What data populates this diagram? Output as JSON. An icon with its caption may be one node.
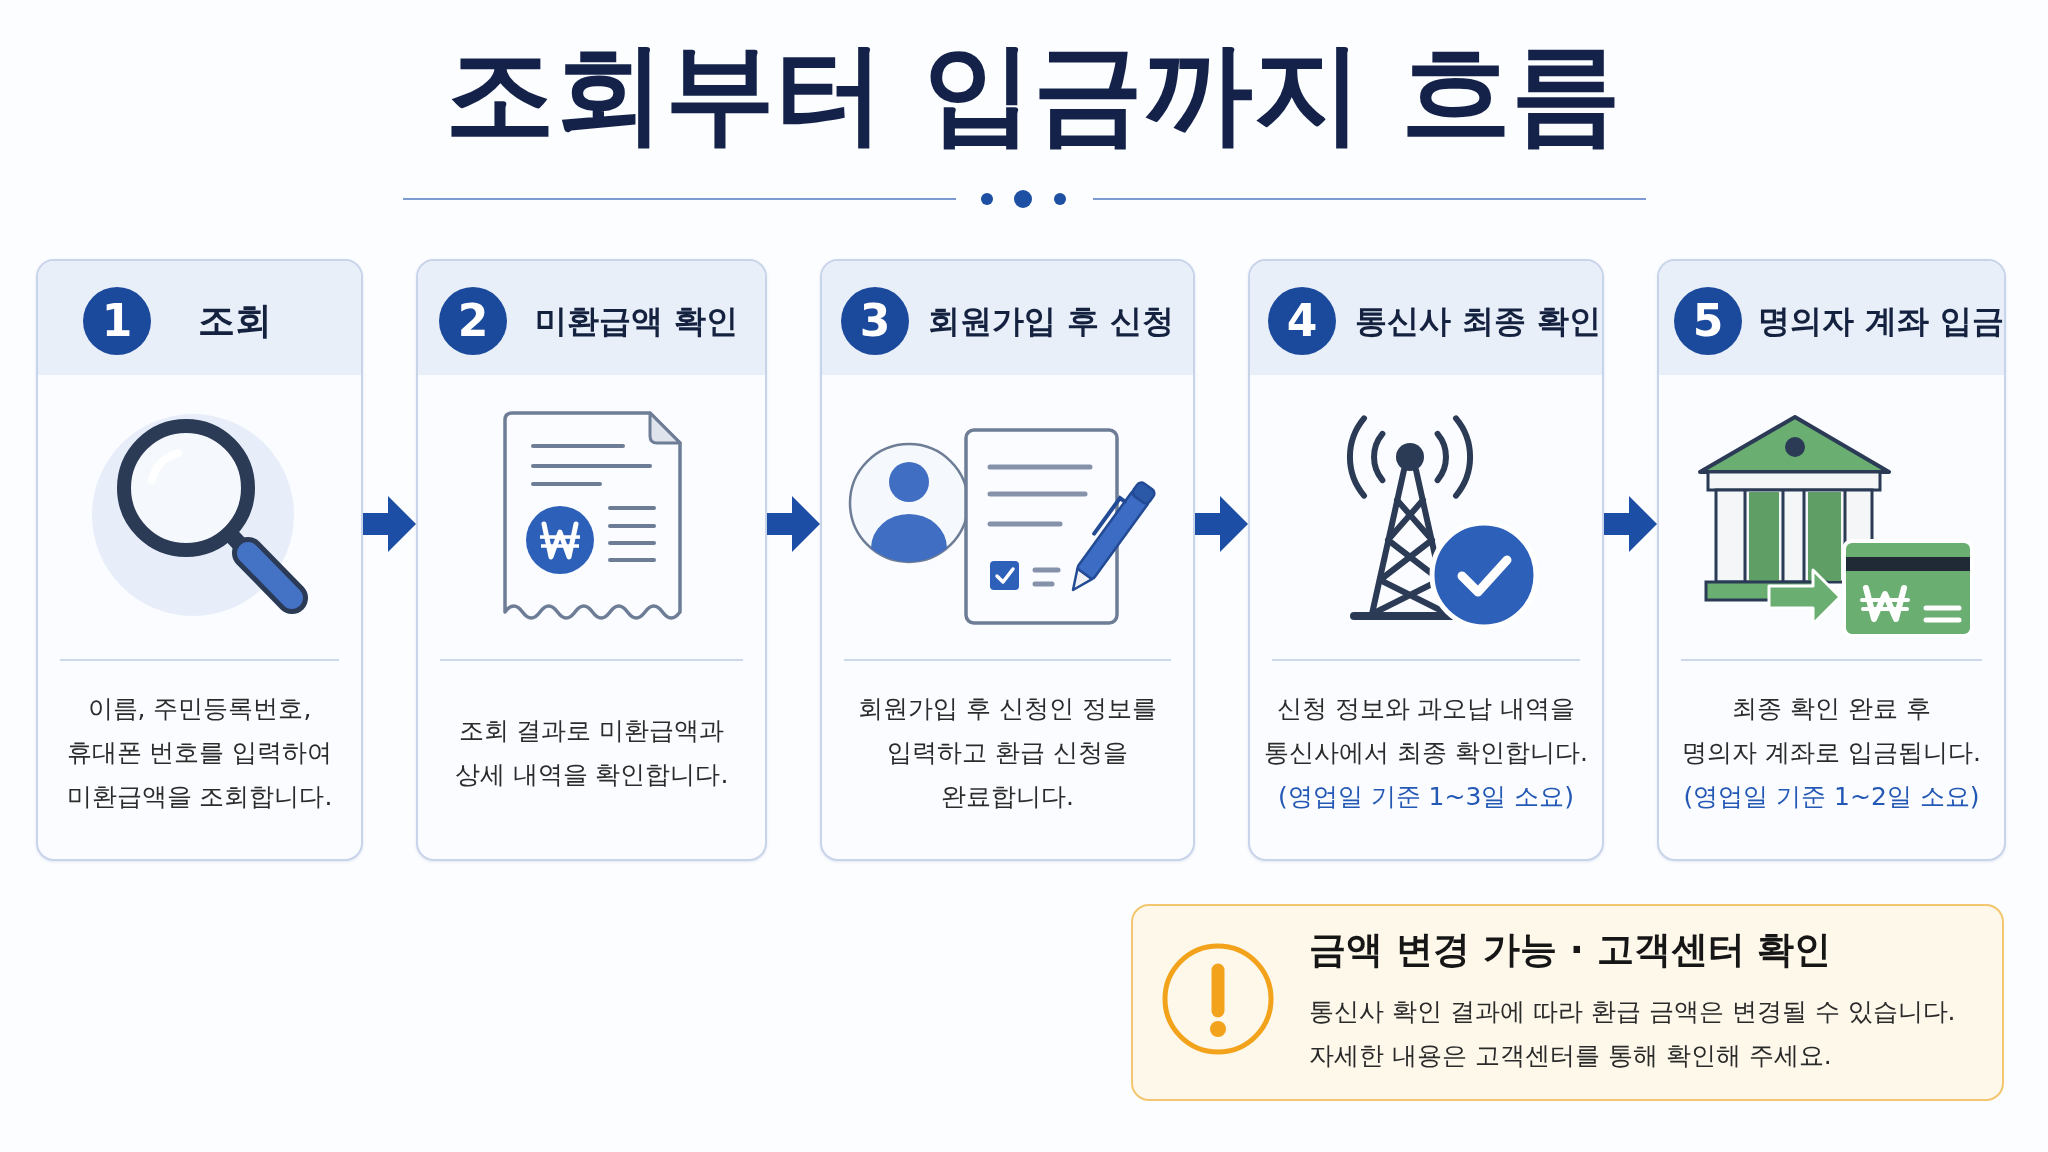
{
  "diagram": {
    "title": "조회부터 입금까지 흐름",
    "nodes": [
      {
        "text": [
          "조회",
          "이름, 주민등록번호, 휴대폰 번호를 입력하여 미환급액을 조회합니다."
        ]
      },
      {
        "text": [
          "1"
        ],
        "in": 0
      },
      {
        "text": [
          "미환급액 확인",
          "조회 결과로 미환급액과 상세 내역을 확인합니다."
        ]
      },
      {
        "text": [
          "2"
        ],
        "in": 2
      },
      {
        "text": [
          "회원가입 후 신청",
          "회원가입 후 신청인 정보를 입력하고 환급 신청을 완료합니다."
        ]
      },
      {
        "text": [
          "3"
        ],
        "in": 4
      },
      {
        "text": [
          "통신사 최종 확인",
          "신청 정보와 과오납 내역을 통신사에서 최종 확인합니다.",
          "(영업일 기준 1~3일 소요)"
        ]
      },
      {
        "text": [
          "4"
        ],
        "in": 6
      },
      {
        "text": [
          "명의자 계좌 입금",
          "최종 확인 완료 후 명의자 계좌로 입금됩니다.",
          "(영업일 기준 1~2일 소요)"
        ]
      },
      {
        "text": [
          "5"
        ],
        "in": 8
      },
      {
        "text": [
          "금액 변경 가능 · 고객센터 확인",
          "통신사 확인 결과에 따라 환급 금액은 변경될 수 있습니다. 자세한 내용은 고객센터를 통해 확인해 주세요."
        ]
      }
    ],
    "edges": [
      {
        "from": 0,
        "to": 2,
        "arrow": "to"
      },
      {
        "from": 2,
        "to": 4,
        "arrow": "to"
      },
      {
        "from": 4,
        "to": 6,
        "arrow": "to"
      },
      {
        "from": 6,
        "to": 8,
        "arrow": "to"
      }
    ]
  }
}
